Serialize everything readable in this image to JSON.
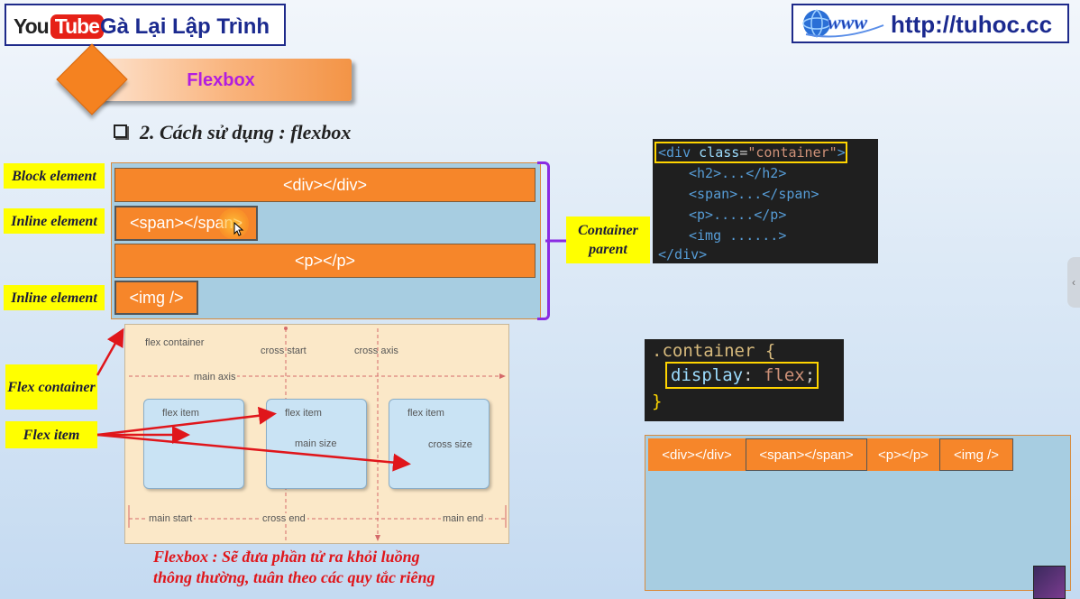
{
  "header": {
    "youtube_you": "You",
    "youtube_tube": "Tube",
    "channel_name": "Gà Lại Lập Trình",
    "site_url": "http://tuhoc.cc"
  },
  "title": "Flexbox",
  "subtitle": "2. Cách sử dụng : flexbox",
  "block_demo": {
    "labels": [
      "Block element",
      "Inline element",
      "Inline element"
    ],
    "rows": [
      "<div></div>",
      "<span></span>",
      "<p></p>",
      "<img />"
    ]
  },
  "container_parent_label": "Container parent",
  "html_code": {
    "l1_open": "<div ",
    "l1_attr": "class",
    "l1_eq": "=",
    "l1_str": "\"container\"",
    "l1_close": ">",
    "l2": "<h2>...</h2>",
    "l3": "<span>...</span>",
    "l4": "<p>.....</p>",
    "l5": "<img ......>",
    "l6": "</div>"
  },
  "css_code": {
    "l1": ".container {",
    "l2_prop": "display",
    "l2_colon": ": ",
    "l2_val": "flex",
    "l2_semi": ";",
    "l3": "}"
  },
  "diagram": {
    "flex_container": "flex container",
    "cross_start": "cross start",
    "cross_axis": "cross axis",
    "main_axis": "main axis",
    "flex_item_1": "flex item",
    "flex_item_2": "flex item",
    "flex_item_3": "flex item",
    "main_size": "main size",
    "cross_size": "cross size",
    "main_start": "main start",
    "cross_end": "cross end",
    "main_end": "main end"
  },
  "flex_labels": {
    "flex_container": "Flex container",
    "flex_item": "Flex item"
  },
  "flexbox_note": {
    "line1": "Flexbox : Sẽ đưa phần tử ra khỏi luồng",
    "line2": "thông thường, tuân theo các quy tắc riêng"
  },
  "flex_demo": {
    "items": [
      "<div></div>",
      "<span></span>",
      "<p></p>",
      "<img />"
    ]
  },
  "colors": {
    "orange": "#f6862a",
    "light_blue": "#a7cde1",
    "yellow_label": "#ffff00",
    "purple_brace": "#8a2be2",
    "red_arrow": "#e0161b"
  }
}
